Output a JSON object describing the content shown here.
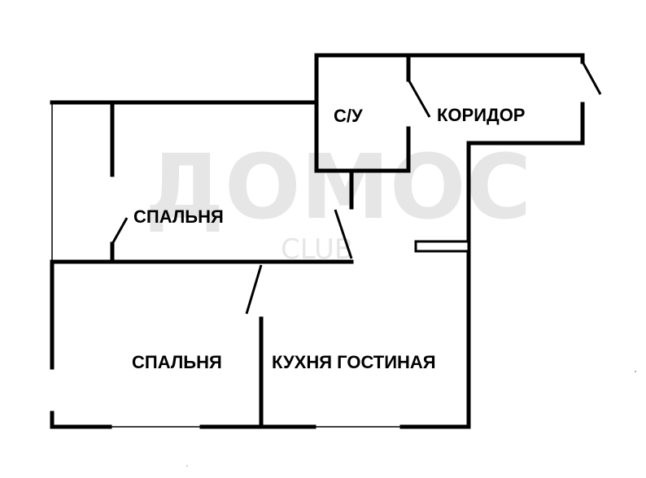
{
  "watermark": {
    "text": "ДОМОС",
    "sub": "CLUB"
  },
  "rooms": {
    "bathroom": "С/У",
    "corridor": "КОРИДОР",
    "bedroom_top": "СПАЛЬНЯ",
    "bedroom_bottom": "СПАЛЬНЯ",
    "kitchen_living": "КУХНЯ ГОСТИНАЯ"
  }
}
